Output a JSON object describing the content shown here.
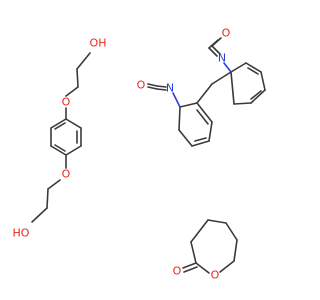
{
  "molecules": [
    {
      "id": "hydroxyethoxy-benzene",
      "labels": {
        "oh_top": "OH",
        "o_upper": "O",
        "o_lower": "O",
        "ho_bottom": "HO"
      }
    },
    {
      "id": "bis-isocyanato-cyclohexadiene",
      "labels": {
        "n_right": "N",
        "o_right": "O",
        "n_left": "N",
        "o_left": "O"
      }
    },
    {
      "id": "caprolactone",
      "labels": {
        "o_carbonyl": "O",
        "o_ring": "O"
      }
    }
  ],
  "colors": {
    "bond": "#3a3a3a",
    "oxygen": "#e8261b",
    "nitrogen": "#2a3fd6"
  }
}
